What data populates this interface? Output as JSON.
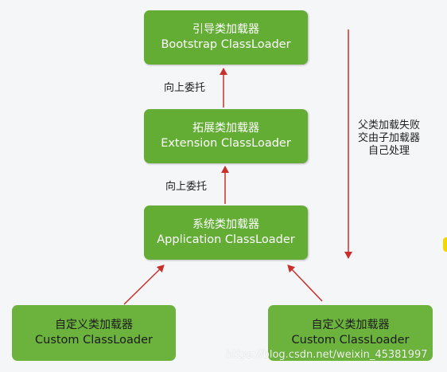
{
  "nodes": {
    "bootstrap": {
      "cn": "引导类加载器",
      "en": "Bootstrap ClassLoader"
    },
    "extension": {
      "cn": "拓展类加载器",
      "en": "Extension ClassLoader"
    },
    "application": {
      "cn": "系统类加载器",
      "en": "Application ClassLoader"
    },
    "custom_left": {
      "cn": "自定义类加载器",
      "en": "Custom ClassLoader"
    },
    "custom_right": {
      "cn": "自定义类加载器",
      "en": "Custom ClassLoader"
    }
  },
  "edge_labels": {
    "ext_to_boot": "向上委托",
    "app_to_ext": "向上委托"
  },
  "side_note": {
    "line1": "父类加载失败",
    "line2": "交由子加载器",
    "line3": "自己处理"
  },
  "watermark": "https://blog.csdn.net/weixin_45381997",
  "colors": {
    "node_fill": "#63ad35",
    "arrow": "#c9302c"
  }
}
